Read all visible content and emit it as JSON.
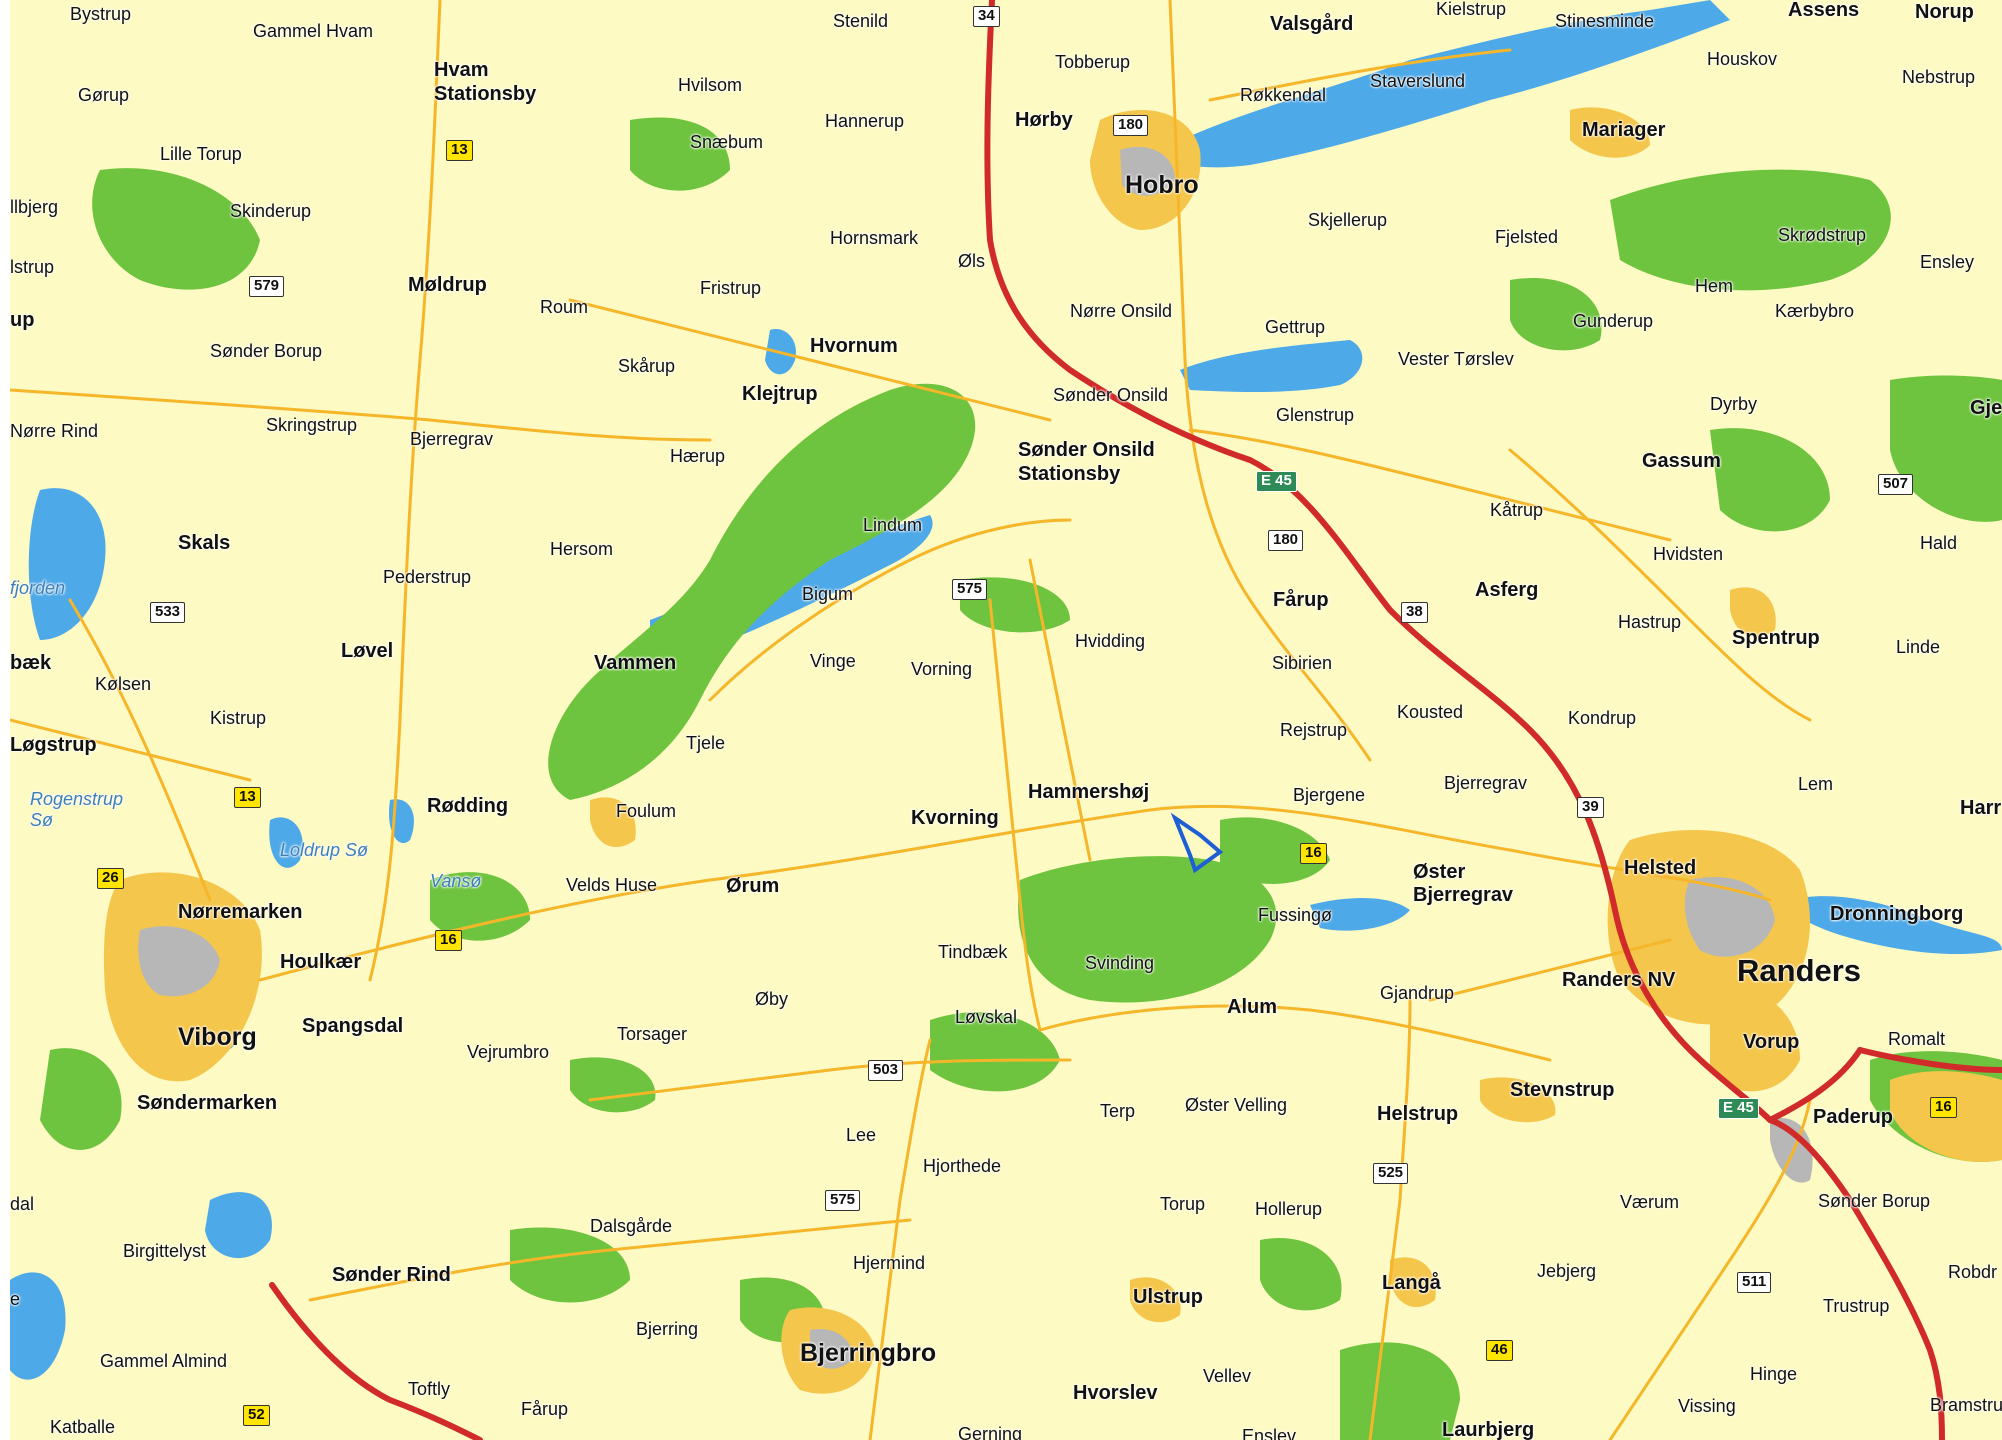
{
  "colors": {
    "background": "#fdfac4",
    "forest": "#6ec43e",
    "water": "#4ea9e8",
    "urban": "#f4c64b",
    "urban_core": "#b7b7b7",
    "road": "#f5b62a",
    "highway": "#d12a2a"
  },
  "labels": {
    "bystrup": "Bystrup",
    "gammel_hvam": "Gammel Hvam",
    "hvam_1": "Hvam",
    "hvam_2": "Stationsby",
    "gorup": "Gørup",
    "hvilsom": "Hvilsom",
    "stenild": "Stenild",
    "tobberup": "Tobberup",
    "valsgard": "Valsgård",
    "kielstrup": "Kielstrup",
    "stinesminde": "Stinesminde",
    "assens": "Assens",
    "norup": "Norup",
    "lille_torup": "Lille Torup",
    "snaebum": "Snæbum",
    "hannerup": "Hannerup",
    "horby": "Hørby",
    "rokkendal": "Røkkendal",
    "staverslund": "Staverslund",
    "houskov": "Houskov",
    "nebstrup": "Nebstrup",
    "mariager": "Mariager",
    "ilbjerg": "llbjerg",
    "skinderup": "Skinderup",
    "hobro": "Hobro",
    "skjellerup": "Skjellerup",
    "hornsmark": "Hornsmark",
    "fjelsted": "Fjelsted",
    "skrodstrup": "Skrødstrup",
    "istrup": "lstrup",
    "moldrup": "Møldrup",
    "fristrup": "Fristrup",
    "ols": "Øls",
    "ensley": "Ensley",
    "hem": "Hem",
    "up": "up",
    "roum": "Roum",
    "norre_onsild": "Nørre Onsild",
    "gettrup": "Gettrup",
    "gunderup": "Gunderup",
    "kaerbybro": "Kærbybro",
    "sonder_borup_w": "Sønder Borup",
    "hvornum": "Hvornum",
    "skarup": "Skårup",
    "vester_torslev": "Vester Tørslev",
    "klejtrup": "Klejtrup",
    "sonder_onsild": "Sønder Onsild",
    "dyrby": "Dyrby",
    "gje": "Gje",
    "norre_rind": "Nørre Rind",
    "skringstrup": "Skringstrup",
    "bjerregrav_w": "Bjerregrav",
    "glenstrup": "Glenstrup",
    "haerup": "Hærup",
    "sos_1": "Sønder Onsild",
    "sos_2": "Stationsby",
    "gassum": "Gassum",
    "katrup": "Kåtrup",
    "lindum": "Lindum",
    "skals": "Skals",
    "hersom": "Hersom",
    "hvidsten": "Hvidsten",
    "hald": "Hald",
    "fjorden": "fjorden",
    "pederstrup": "Pederstrup",
    "bigum": "Bigum",
    "farup": "Fårup",
    "asferg": "Asferg",
    "hastrup": "Hastrup",
    "spentrup": "Spentrup",
    "baek": "bæk",
    "lovel": "Løvel",
    "vammen": "Vammen",
    "vinge": "Vinge",
    "vorning": "Vorning",
    "hvidding": "Hvidding",
    "sibirien": "Sibirien",
    "linde": "Linde",
    "kolsen": "Kølsen",
    "kousted": "Kousted",
    "kondrup": "Kondrup",
    "kistrup": "Kistrup",
    "tjele": "Tjele",
    "rejstrup": "Rejstrup",
    "logstrup": "Løgstrup",
    "bjerregrav_e": "Bjerregrav",
    "lem": "Lem",
    "rogenstrup_1": "Rogenstrup",
    "rogenstrup_2": "Sø",
    "hammershoj": "Hammershøj",
    "bjergene": "Bjergene",
    "harr": "Harr",
    "rodding": "Rødding",
    "foulum": "Foulum",
    "kvorning": "Kvorning",
    "loldrup_so": "Loldrup Sø",
    "helsted": "Helsted",
    "oster_bj_1": "Øster",
    "oster_bj_2": "Bjerregrav",
    "vanso": "Vansø",
    "velds_huse": "Velds Huse",
    "orum": "Ørum",
    "norremarken": "Nørremarken",
    "fussingo": "Fussingø",
    "dronningborg": "Dronningborg",
    "houlkaer": "Houlkær",
    "tindbaek": "Tindbæk",
    "svinding": "Svinding",
    "randers_nv": "Randers NV",
    "randers": "Randers",
    "oby": "Øby",
    "gjandrup": "Gjandrup",
    "alum": "Alum",
    "lovskal": "Løvskal",
    "spangsdal": "Spangsdal",
    "viborg": "Viborg",
    "torsager": "Torsager",
    "vorup": "Vorup",
    "romalt": "Romalt",
    "vejrumbro": "Vejrumbro",
    "sondermarken": "Søndermarken",
    "stevnstrup": "Stevnstrup",
    "terp": "Terp",
    "oster_velling": "Øster Velling",
    "helstrup": "Helstrup",
    "paderup": "Paderup",
    "lee": "Lee",
    "hjorthede": "Hjorthede",
    "dal": "dal",
    "torup": "Torup",
    "hollerup": "Hollerup",
    "vaerum": "Værum",
    "sonder_borup_e": "Sønder Borup",
    "dalsgarde": "Dalsgårde",
    "birgittelyst": "Birgittelyst",
    "hjermind": "Hjermind",
    "jebjerg": "Jebjerg",
    "robdr": "Robdr",
    "sonder_rind": "Sønder Rind",
    "langa": "Langå",
    "ulstrup": "Ulstrup",
    "e": "e",
    "trustrup": "Trustrup",
    "bjerring": "Bjerring",
    "bjerringbro": "Bjerringbro",
    "gammel_almind": "Gammel Almind",
    "hinge": "Hinge",
    "vellev": "Vellev",
    "toftly": "Toftly",
    "hvorslev": "Hvorslev",
    "farup_s": "Fårup",
    "vissing": "Vissing",
    "bramstru": "Bramstru",
    "katballe": "Katballe",
    "gerning": "Gerning",
    "enslev": "Enslev",
    "laurbjerg": "Laurbjerg"
  },
  "shields": {
    "r34": "34",
    "r180_n": "180",
    "r13_n": "13",
    "r579": "579",
    "e45_n": "E 45",
    "r180_s": "180",
    "r575_n": "575",
    "r533": "533",
    "r38": "38",
    "r507": "507",
    "r13_s": "13",
    "r39": "39",
    "r16_e": "16",
    "r26": "26",
    "r16_w": "16",
    "r503": "503",
    "e45_s": "E 45",
    "r16_far": "16",
    "r525": "525",
    "r575_s": "575",
    "r511": "511",
    "r46": "46",
    "r52": "52"
  }
}
